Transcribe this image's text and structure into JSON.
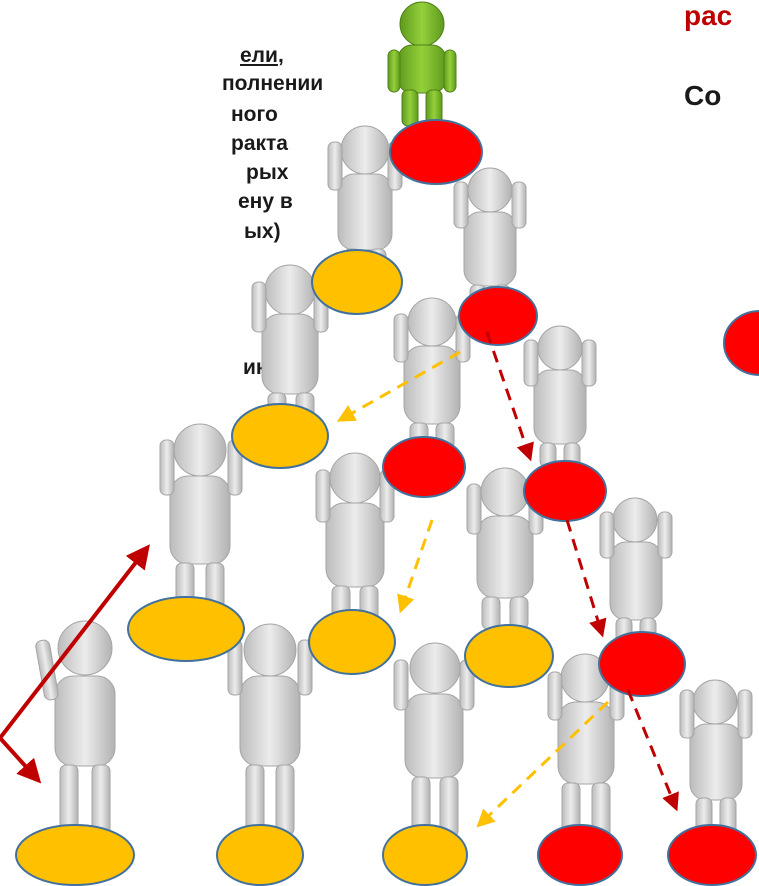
{
  "left_text": {
    "lines": [
      {
        "text": "ели",
        "underline": true,
        "tail": ","
      },
      {
        "text": "полнении"
      },
      {
        "text": "ного"
      },
      {
        "text": "ракта"
      },
      {
        "text": "рых"
      },
      {
        "text": "ену в"
      },
      {
        "text": "ых)"
      },
      {
        "text": "ем"
      },
      {
        "text": "иках"
      }
    ]
  },
  "right_text": {
    "heading_partial": "рас",
    "line_partial": "Со"
  },
  "colors": {
    "red_disc": "#ff0000",
    "orange_disc": "#ffc000",
    "disc_outline": "#41719c",
    "leader_figure": "#7ab929",
    "figure": "#cfcfcf",
    "red_arrow": "#c00000",
    "orange_arrow": "#ffc000",
    "heading": "#c00000"
  }
}
